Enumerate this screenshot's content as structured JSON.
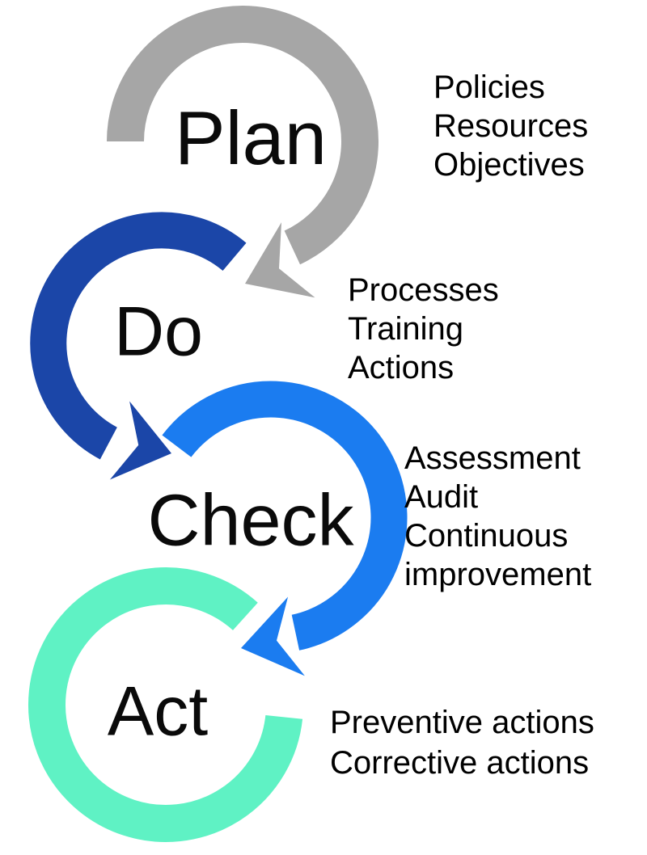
{
  "diagram": {
    "background": "#FFFFFF",
    "text_color": "#000000",
    "steps": [
      {
        "id": "plan",
        "label": "Plan",
        "color": "#A6A6A6",
        "notes": [
          "Policies",
          "Resources",
          "Objectives"
        ]
      },
      {
        "id": "do",
        "label": "Do",
        "color": "#1B46A8",
        "notes": [
          "Processes",
          "Training",
          "Actions"
        ]
      },
      {
        "id": "check",
        "label": "Check",
        "color": "#1B7CF0",
        "notes": [
          "Assessment",
          "Audit",
          "Continuous",
          "improvement"
        ]
      },
      {
        "id": "act",
        "label": "Act",
        "color": "#5FF2C4",
        "notes": [
          "Preventive actions",
          "Corrective actions"
        ]
      }
    ]
  }
}
